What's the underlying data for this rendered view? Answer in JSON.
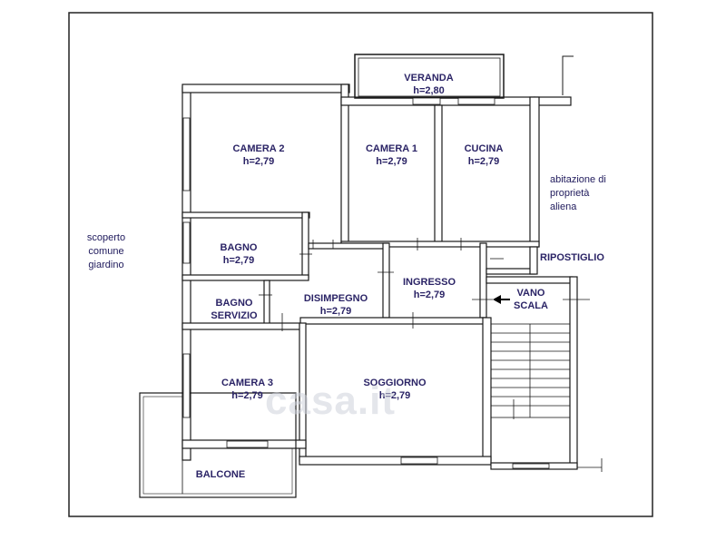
{
  "rooms": {
    "veranda": {
      "name": "VERANDA",
      "height": "h=2,80"
    },
    "camera2": {
      "name": "CAMERA 2",
      "height": "h=2,79"
    },
    "camera1": {
      "name": "CAMERA 1",
      "height": "h=2,79"
    },
    "cucina": {
      "name": "CUCINA",
      "height": "h=2,79"
    },
    "bagno": {
      "name": "BAGNO",
      "height": "h=2,79"
    },
    "ingresso": {
      "name": "INGRESSO",
      "height": "h=2,79"
    },
    "bagno_servizio": {
      "name1": "BAGNO",
      "name2": "SERVIZIO"
    },
    "disimpegno": {
      "name": "DISIMPEGNO",
      "height": "h=2,79"
    },
    "vano_scala": {
      "name1": "VANO",
      "name2": "SCALA"
    },
    "camera3": {
      "name": "CAMERA 3",
      "height": "h=2,79"
    },
    "soggiorno": {
      "name": "SOGGIORNO",
      "height": "h=2,79"
    },
    "balcone": {
      "name": "BALCONE"
    },
    "ripostiglio": {
      "name": "RIPOSTIGLIO"
    }
  },
  "annotations": {
    "scoperto": [
      "scoperto",
      "comune",
      "giardino"
    ],
    "abitazione": [
      "abitazione di",
      "proprietà",
      "aliena"
    ]
  },
  "watermark": "casa.it",
  "colors": {
    "walls": "#1a1a1a",
    "labels": "#2b2466",
    "watermark": "#cfd3dc"
  }
}
